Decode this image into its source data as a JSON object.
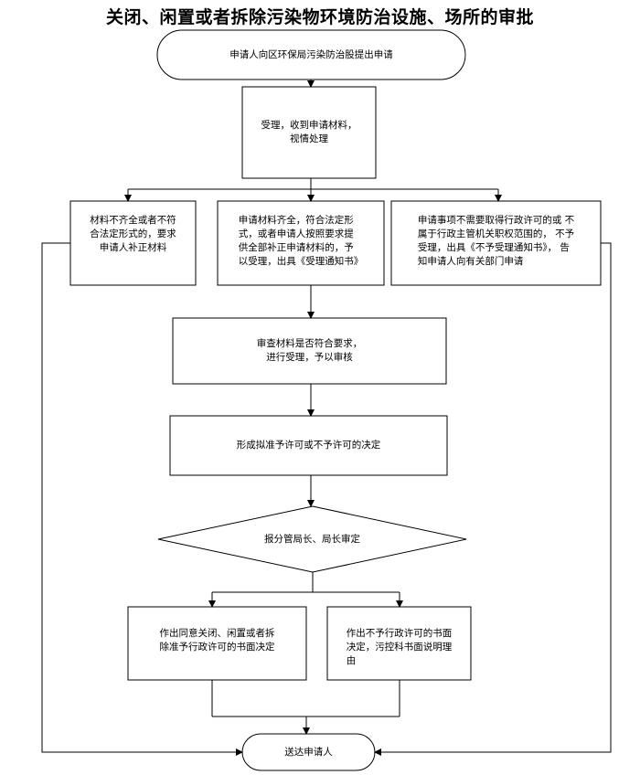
{
  "title": "关闭、闲置或者拆除污染物环境防治设施、场所的审批",
  "nodes": {
    "start": "申请人向区环保局污染防治股提出申请",
    "receive": "受理，收到申请材料，\n视情处理",
    "incomplete": "材料不齐全或者不符\n合法定形式的，要求\n申请人补正材料",
    "complete": "申请材料齐全，符合法定形\n式，或者申请人按照要求提\n供全部补正申请材料的，予\n以受理，出具《受理通知书》",
    "not_required": "申请事项不需要取得行政许可的或 不\n属于行政主管机关职权范围的， 不予\n受理，出具《不予受理通知书》，  告\n知申请人向有关部门申请",
    "review": "审查材料是否符合要求，\n进行受理，予以审核",
    "draft_decision": "形成拟准予许可或不予许可的决定",
    "leader_approval": "报分管局长、局长审定",
    "approve": "作出同意关闭、闲置或者拆\n除准予行政许可的书面决定",
    "reject": "作出不予行政许可的书面\n决定，污控科书面说明理\n由",
    "deliver": "送达申请人"
  }
}
